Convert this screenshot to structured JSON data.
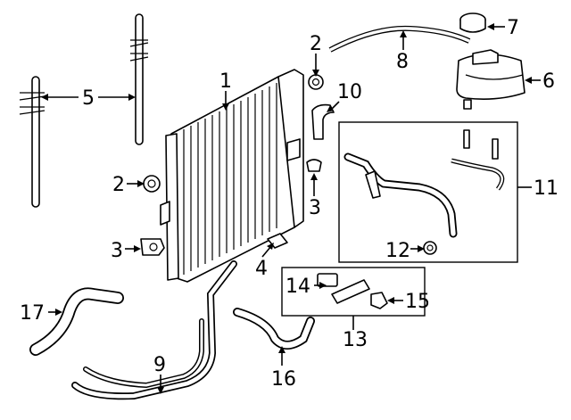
{
  "callouts": [
    {
      "id": "c1",
      "text": "1"
    },
    {
      "id": "c2a",
      "text": "2"
    },
    {
      "id": "c2b",
      "text": "2"
    },
    {
      "id": "c3a",
      "text": "3"
    },
    {
      "id": "c3b",
      "text": "3"
    },
    {
      "id": "c4",
      "text": "4"
    },
    {
      "id": "c5",
      "text": "5"
    },
    {
      "id": "c6",
      "text": "6"
    },
    {
      "id": "c7",
      "text": "7"
    },
    {
      "id": "c8",
      "text": "8"
    },
    {
      "id": "c9",
      "text": "9"
    },
    {
      "id": "c10",
      "text": "10"
    },
    {
      "id": "c11",
      "text": "11"
    },
    {
      "id": "c12",
      "text": "12"
    },
    {
      "id": "c13",
      "text": "13"
    },
    {
      "id": "c14",
      "text": "14"
    },
    {
      "id": "c15",
      "text": "15"
    },
    {
      "id": "c16",
      "text": "16"
    },
    {
      "id": "c17",
      "text": "17"
    }
  ]
}
